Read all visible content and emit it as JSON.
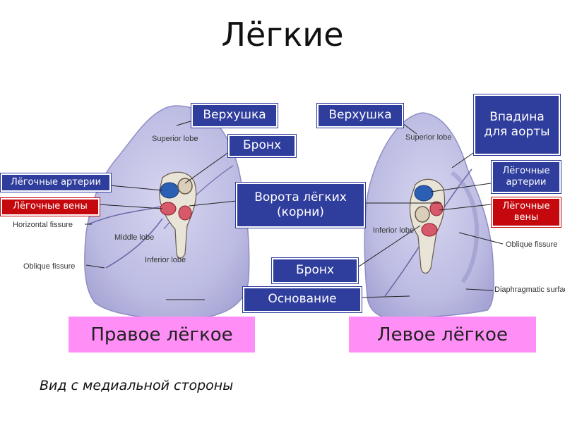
{
  "title": "Лёгкие",
  "labels": {
    "apex_right": "Верхушка",
    "bronchus_top": "Бронх",
    "pulm_arteries_left": "Лёгочные артерии",
    "pulm_veins_left": "Лёгочные вены",
    "hilum": "Ворота лёгких (корни)",
    "apex_left": "Верхушка",
    "aortic_groove": "Впадина для аорты",
    "pulm_arteries_right": "Лёгочные артерии",
    "pulm_veins_right": "Лёгочные вены",
    "bronchus_bottom": "Бронх",
    "base": "Основание"
  },
  "panels": {
    "right_lung": "Правое лёгкое",
    "left_lung": "Левое лёгкое"
  },
  "caption": "Вид с медиальной стороны",
  "anatomy_terms": {
    "superior_lobe_r": "Superior lobe",
    "middle_lobe": "Middle lobe",
    "inferior_lobe_r": "Inferior lobe",
    "horizontal_fissure": "Horizontal fissure",
    "oblique_fissure_r": "Oblique fissure",
    "superior_lobe_l": "Superior lobe",
    "inferior_lobe_l": "Inferior lobe",
    "oblique_fissure_l": "Oblique fissure",
    "diaphragmatic_surface": "Diaphragmatic surface"
  },
  "colors": {
    "label_blue": "#2f3d9c",
    "label_red": "#c4080d",
    "panel_pink": "#ff8ff6",
    "lung_fill": "#b9b8df"
  }
}
